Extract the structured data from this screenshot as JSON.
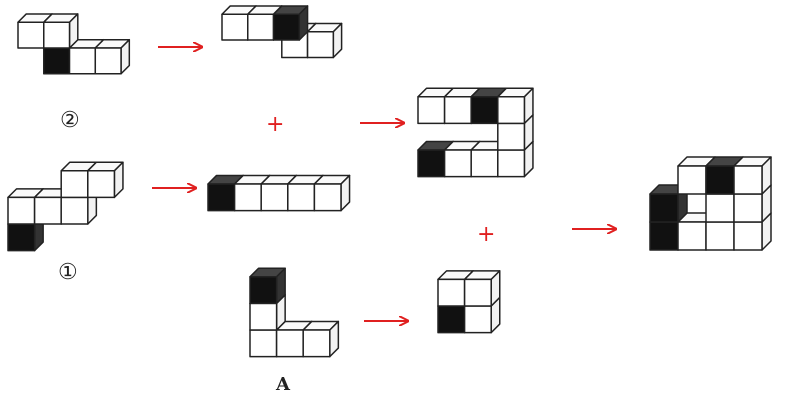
{
  "labels": {
    "piece2": "②",
    "piece1": "①",
    "pieceA": "A"
  },
  "operators": {
    "plus": "+"
  },
  "colors": {
    "arrow": "#e02020",
    "cube_fill": "#ffffff",
    "cube_dark": "#111111",
    "edge": "#222222"
  },
  "pieces": [
    {
      "name": "piece-2-original",
      "cubes": [
        [
          0,
          0,
          1,
          0
        ],
        [
          1,
          0,
          1,
          0
        ],
        [
          1,
          0,
          0,
          1
        ],
        [
          2,
          0,
          0,
          0
        ],
        [
          3,
          0,
          0,
          0
        ]
      ]
    },
    {
      "name": "piece-2-rotated",
      "cubes": [
        [
          0,
          0,
          1,
          0
        ],
        [
          1,
          0,
          1,
          0
        ],
        [
          2,
          0,
          1,
          1
        ],
        [
          2,
          1,
          0,
          0
        ],
        [
          3,
          1,
          0,
          0
        ]
      ]
    },
    {
      "name": "piece-1-original",
      "cubes": [
        [
          0,
          0,
          0,
          1
        ],
        [
          0,
          0,
          1,
          0
        ],
        [
          1,
          0,
          1,
          0
        ],
        [
          2,
          0,
          1,
          0
        ],
        [
          2,
          0,
          2,
          0
        ],
        [
          3,
          0,
          2,
          0
        ]
      ]
    },
    {
      "name": "piece-1-rotated",
      "cubes": [
        [
          0,
          0,
          0,
          1
        ],
        [
          1,
          0,
          0,
          0
        ],
        [
          2,
          0,
          0,
          0
        ],
        [
          3,
          0,
          0,
          0
        ],
        [
          4,
          0,
          0,
          0
        ]
      ]
    },
    {
      "name": "piece-a-original",
      "cubes": [
        [
          0,
          0,
          0,
          0
        ],
        [
          1,
          0,
          0,
          0
        ],
        [
          2,
          0,
          0,
          0
        ],
        [
          0,
          0,
          1,
          0
        ],
        [
          0,
          0,
          2,
          1
        ]
      ]
    },
    {
      "name": "piece-a-rotated",
      "cubes": [
        [
          0,
          0,
          0,
          1
        ],
        [
          1,
          0,
          0,
          0
        ],
        [
          1,
          0,
          1,
          0
        ],
        [
          0,
          0,
          1,
          0
        ]
      ]
    },
    {
      "name": "combined-2-1",
      "cubes": [
        [
          0,
          0,
          0,
          1
        ],
        [
          1,
          0,
          0,
          0
        ],
        [
          2,
          0,
          0,
          0
        ],
        [
          3,
          0,
          0,
          0
        ],
        [
          3,
          0,
          1,
          0
        ],
        [
          3,
          0,
          2,
          0
        ],
        [
          2,
          0,
          2,
          1
        ],
        [
          1,
          0,
          2,
          0
        ],
        [
          0,
          0,
          2,
          0
        ]
      ]
    },
    {
      "name": "final-assembly",
      "cubes": [
        [
          0,
          0,
          0,
          1
        ],
        [
          0,
          0,
          1,
          1
        ],
        [
          1,
          0,
          0,
          0
        ],
        [
          2,
          0,
          0,
          0
        ],
        [
          3,
          0,
          0,
          0
        ],
        [
          3,
          0,
          1,
          0
        ],
        [
          2,
          0,
          1,
          0
        ],
        [
          1,
          0,
          2,
          0
        ],
        [
          2,
          0,
          2,
          1
        ],
        [
          3,
          0,
          2,
          0
        ]
      ]
    }
  ]
}
